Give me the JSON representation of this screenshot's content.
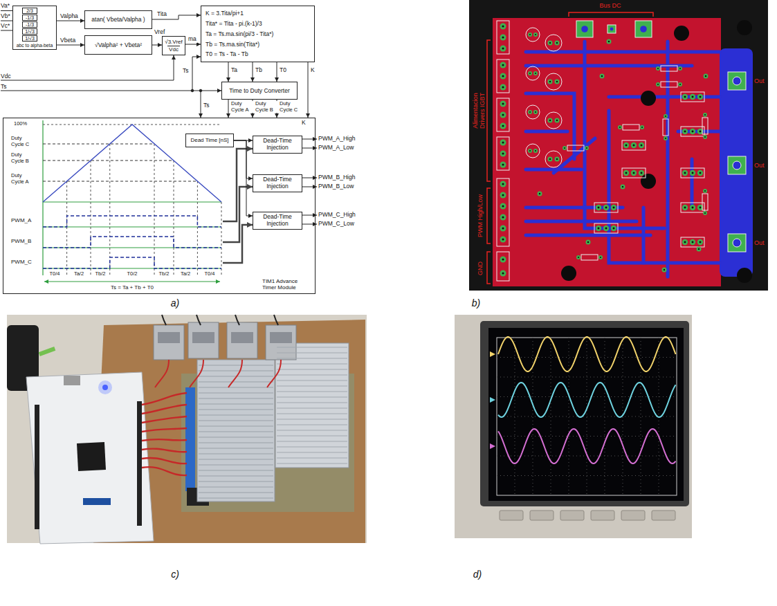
{
  "diagram": {
    "nodes": [
      {
        "text": [
          "abc to alpha-beta"
        ]
      },
      {
        "text": [
          "2/3"
        ],
        "in": 0
      },
      {
        "text": [
          "-1/3"
        ],
        "in": 0
      },
      {
        "text": [
          "-1/3"
        ],
        "in": 0
      },
      {
        "text": [
          "1/√3"
        ],
        "in": 0
      },
      {
        "text": [
          "1/√3"
        ],
        "in": 0
      },
      {
        "text": [
          "atan( Vbeta/Valpha )"
        ]
      },
      {
        "text": [
          "√Valpha² + Vbeta²"
        ]
      },
      {
        "text": [
          "√3.Vref",
          "Vdc"
        ]
      },
      {
        "text": [
          "K = 3.Tita/pi+1",
          "Tita* = Tita - pi.(k-1)/3",
          "Ta = Ts.ma.sin(pi/3 - Tita*)",
          "Tb = Ts.ma.sin(Tita*)",
          "T0 = Ts - Ta - Tb"
        ]
      },
      {
        "text": [
          "Time to Duty Converter"
        ]
      },
      {
        "text": [
          "TIM1 Advance Timer Module"
        ]
      },
      {
        "text": [
          "Dead Time [nS]"
        ],
        "in": 11
      },
      {
        "text": [
          "Dead-Time Injection"
        ],
        "in": 11
      },
      {
        "text": [
          "Dead-Time Injection"
        ],
        "in": 11
      },
      {
        "text": [
          "Dead-Time Injection"
        ],
        "in": 11
      }
    ],
    "edges": [
      {
        "from": 0,
        "to": 6,
        "arrow": "to",
        "label": "Valpha"
      },
      {
        "from": 0,
        "to": 7,
        "arrow": "to",
        "label": "Vbeta"
      },
      {
        "from": 6,
        "to": 9,
        "arrow": "to",
        "label": "Tita"
      },
      {
        "from": 7,
        "to": 8,
        "arrow": "to",
        "label": "Vref"
      },
      {
        "from": 8,
        "to": 9,
        "arrow": "to",
        "label": "ma"
      },
      {
        "from": 9,
        "to": 10,
        "arrow": "to",
        "label": "Ta"
      },
      {
        "from": 9,
        "to": 10,
        "arrow": "to",
        "label": "Tb"
      },
      {
        "from": 9,
        "to": 10,
        "arrow": "to",
        "label": "T0"
      },
      {
        "from": 10,
        "to": 11,
        "arrow": "to",
        "label": "Duty Cycle A"
      },
      {
        "from": 10,
        "to": 11,
        "arrow": "to",
        "label": "Duty Cycle B"
      },
      {
        "from": 10,
        "to": 11,
        "arrow": "to",
        "label": "Duty Cycle C"
      },
      {
        "from": 9,
        "to": 11,
        "arrow": "to",
        "label": "K"
      },
      {
        "from": 12,
        "to": 13,
        "arrow": "to"
      },
      {
        "from": 12,
        "to": 14,
        "arrow": "to"
      },
      {
        "from": 12,
        "to": 15,
        "arrow": "to"
      }
    ],
    "labels": [
      "Va*",
      "Vb*",
      "Vc*",
      "Vdc",
      "Ts",
      "Ts",
      "Ts",
      "K",
      "100%",
      "Duty Cycle C",
      "Duty Cycle B",
      "Duty Cycle A",
      "PWM_A",
      "PWM_B",
      "PWM_C",
      "T0/4",
      "Ta/2",
      "Tb/2",
      "T0/2",
      "Tb/2",
      "Ta/2",
      "T0/4",
      "Ts = Ta + Tb + T0",
      "PWM_A_High",
      "PWM_A_Low",
      "PWM_B_High",
      "PWM_B_Low",
      "PWM_C_High",
      "PWM_C_Low",
      "a)",
      "Bus DC",
      "Alimentacion Drivers IGBT",
      "PWM High/Low",
      "GND",
      "Out",
      "Out",
      "Out",
      "b)",
      "c)",
      "d)"
    ]
  }
}
